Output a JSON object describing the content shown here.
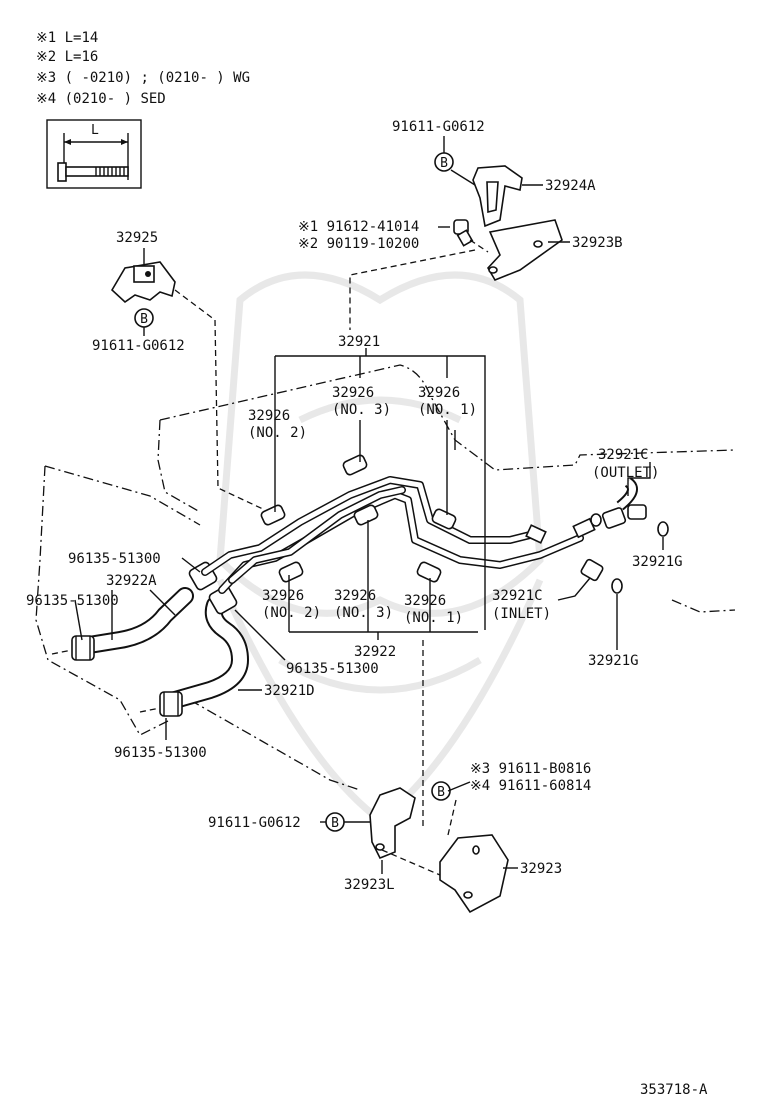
{
  "notes": [
    "※1 L=14",
    "※2 L=16",
    "※3 (      -0210) ; (0210-      ) WG",
    "※4 (0210-      ) SED"
  ],
  "bolt_legend": {
    "dimension": "L"
  },
  "labels": {
    "b_top": "91611-G0612",
    "bracket_24a": "32924A",
    "bolt1": "※1 91612-41014",
    "bolt2": "※2 90119-10200",
    "bracket_23b": "32923B",
    "clamp_25": "32925",
    "b_left": "91611-G0612",
    "tube_set_top": "32921",
    "cushion_no3_top": "32926",
    "cushion_no3_top_sub": "(NO. 3)",
    "cushion_no1_top": "32926",
    "cushion_no1_top_sub": "(NO. 1)",
    "cushion_no2_top": "32926",
    "cushion_no2_top_sub": "(NO. 2)",
    "outlet_union": "32921C",
    "outlet_union_sub": "(OUTLET)",
    "gasket_top": "32921G",
    "clip_a": "96135-51300",
    "hose_22a": "32922A",
    "clip_b": "96135-51300",
    "cushion_no2_bot": "32926",
    "cushion_no2_bot_sub": "(NO. 2)",
    "cushion_no3_bot": "32926",
    "cushion_no3_bot_sub": "(NO. 3)",
    "cushion_no1_bot": "32926",
    "cushion_no1_bot_sub": "(NO. 1)",
    "inlet_union": "32921C",
    "inlet_union_sub": "(INLET)",
    "gasket_bot": "32921G",
    "tube_set_bot": "32922",
    "clip_c": "96135-51300",
    "hose_21d": "32921D",
    "clip_d": "96135-51300",
    "bolt3": "※3 91611-B0816",
    "bolt4": "※4 91611-60814",
    "b_bottom": "91611-G0612",
    "bracket_23": "32923",
    "bracket_23l": "32923L",
    "b_symbol": "B",
    "diagram_id": "353718-A"
  }
}
